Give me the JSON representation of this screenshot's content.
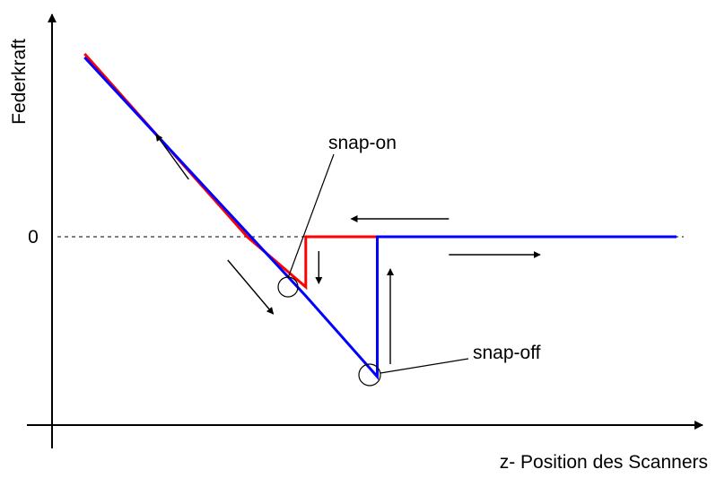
{
  "chart_data": {
    "type": "line",
    "ylabel": "Federkraft",
    "xlabel": "z- Position des Scanners",
    "yticks": [
      {
        "value": 0,
        "label": "0"
      }
    ],
    "zero_line": true,
    "series": [
      {
        "color": "#ff0000",
        "points": [
          [
            0.05,
            1.02
          ],
          [
            0.3,
            0.0
          ],
          [
            0.39,
            -0.28
          ],
          [
            0.39,
            0.0
          ],
          [
            0.96,
            0.0
          ]
        ]
      },
      {
        "color": "#0000ff",
        "points": [
          [
            0.05,
            1.0
          ],
          [
            0.39,
            -0.33
          ],
          [
            0.5,
            -0.78
          ],
          [
            0.5,
            0.0
          ],
          [
            0.96,
            0.0
          ]
        ]
      }
    ],
    "annotations": [
      {
        "label": "snap-on",
        "at": [
          0.39,
          -0.3
        ]
      },
      {
        "label": "snap-off",
        "at": [
          0.5,
          -0.78
        ]
      }
    ],
    "arrows": [
      {
        "name": "arrow-retract-up",
        "from": [
          0.21,
          0.32
        ],
        "to": [
          0.16,
          0.57
        ]
      },
      {
        "name": "arrow-approach-down",
        "from": [
          0.27,
          -0.13
        ],
        "to": [
          0.34,
          -0.43
        ]
      },
      {
        "name": "arrow-approach-left",
        "from": [
          0.61,
          0.1
        ],
        "to": [
          0.46,
          0.1
        ]
      },
      {
        "name": "arrow-retract-right",
        "from": [
          0.61,
          -0.1
        ],
        "to": [
          0.75,
          -0.1
        ]
      },
      {
        "name": "arrow-snap-down",
        "from": [
          0.41,
          -0.08
        ],
        "to": [
          0.41,
          -0.26
        ]
      },
      {
        "name": "arrow-snap-up",
        "from": [
          0.52,
          -0.71
        ],
        "to": [
          0.52,
          -0.18
        ]
      }
    ],
    "xlim": [
      0,
      1
    ],
    "ylim": [
      -1.0,
      1.25
    ],
    "grid": false
  }
}
